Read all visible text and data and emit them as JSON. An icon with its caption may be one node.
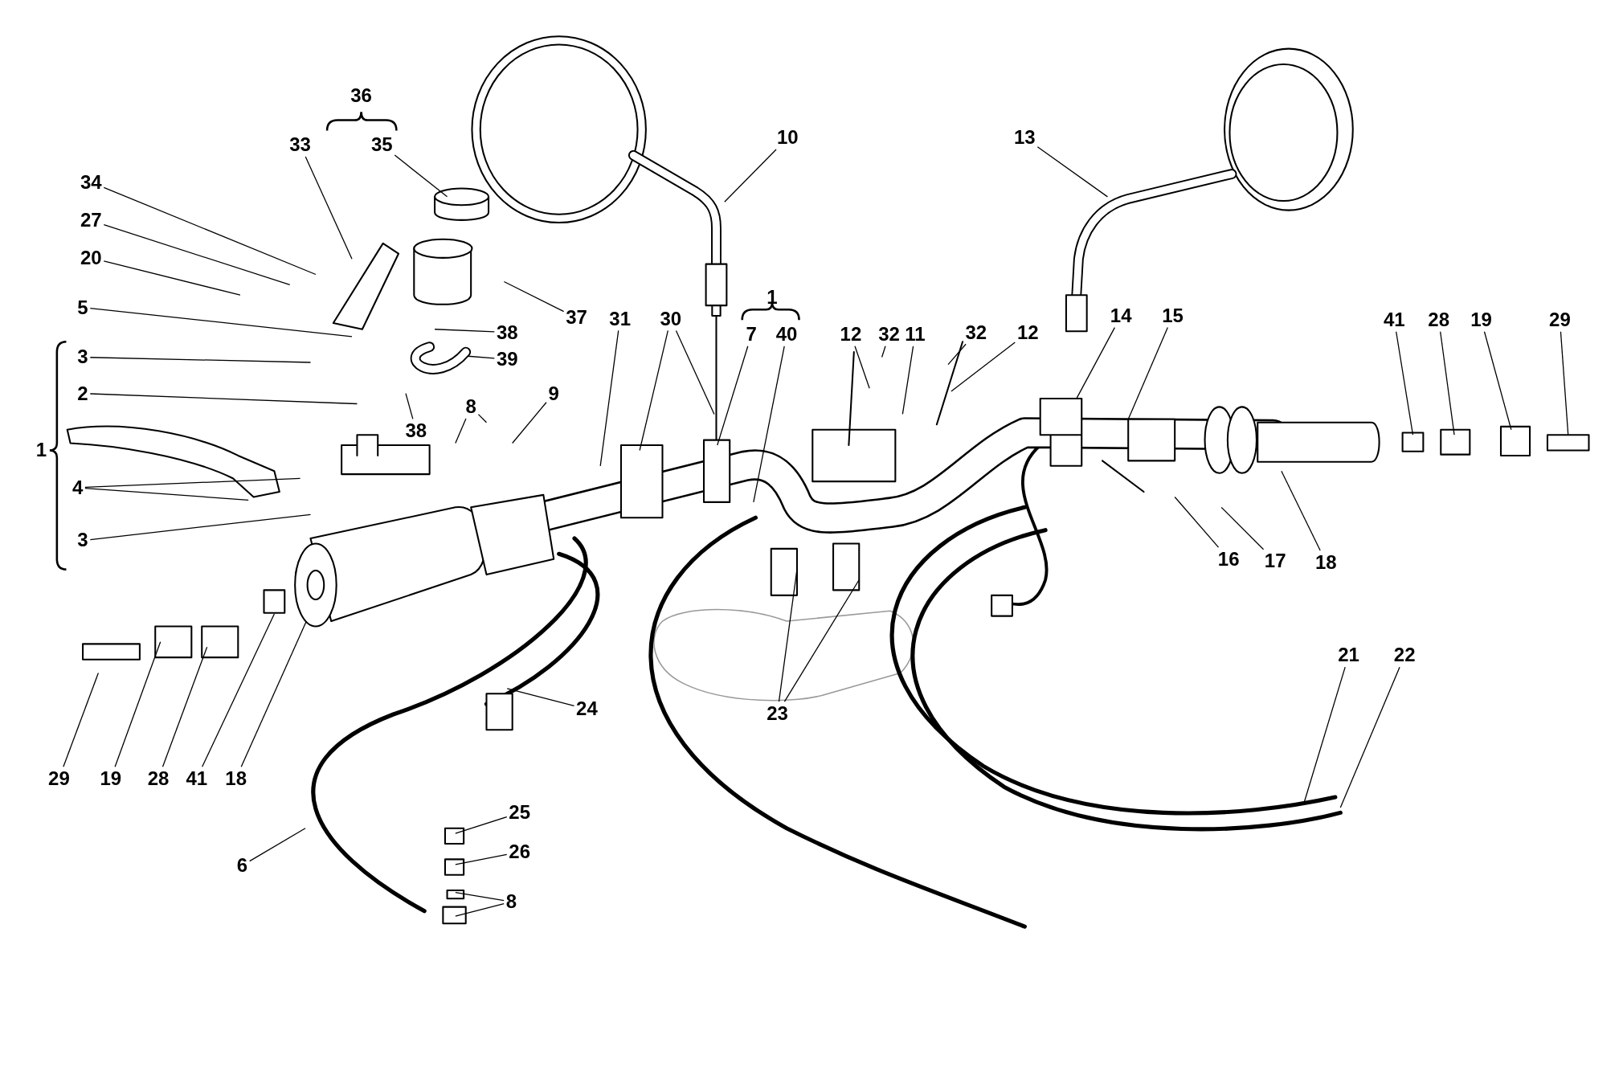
{
  "diagram": {
    "nodes": [
      {
        "text": [
          "36"
        ]
      },
      {
        "text": [
          "10"
        ]
      },
      {
        "text": [
          "13"
        ]
      },
      {
        "text": [
          "33"
        ]
      },
      {
        "text": [
          "35"
        ]
      },
      {
        "text": [
          "34"
        ]
      },
      {
        "text": [
          "27"
        ]
      },
      {
        "text": [
          "20"
        ]
      },
      {
        "text": [
          "37"
        ]
      },
      {
        "text": [
          "31"
        ]
      },
      {
        "text": [
          "30"
        ]
      },
      {
        "text": [
          "1"
        ]
      },
      {
        "text": [
          "7"
        ]
      },
      {
        "text": [
          "40"
        ]
      },
      {
        "text": [
          "12"
        ]
      },
      {
        "text": [
          "32"
        ]
      },
      {
        "text": [
          "11"
        ]
      },
      {
        "text": [
          "32"
        ]
      },
      {
        "text": [
          "12"
        ]
      },
      {
        "text": [
          "14"
        ]
      },
      {
        "text": [
          "15"
        ]
      },
      {
        "text": [
          "41"
        ]
      },
      {
        "text": [
          "28"
        ]
      },
      {
        "text": [
          "19"
        ]
      },
      {
        "text": [
          "29"
        ]
      },
      {
        "text": [
          "5"
        ]
      },
      {
        "text": [
          "38"
        ]
      },
      {
        "text": [
          "39"
        ]
      },
      {
        "text": [
          "3"
        ]
      },
      {
        "text": [
          "2"
        ]
      },
      {
        "text": [
          "38"
        ]
      },
      {
        "text": [
          "8"
        ]
      },
      {
        "text": [
          "9"
        ]
      },
      {
        "text": [
          "1"
        ]
      },
      {
        "text": [
          "4"
        ]
      },
      {
        "text": [
          "3"
        ]
      },
      {
        "text": [
          "16"
        ]
      },
      {
        "text": [
          "17"
        ]
      },
      {
        "text": [
          "18"
        ]
      },
      {
        "text": [
          "21"
        ]
      },
      {
        "text": [
          "22"
        ]
      },
      {
        "text": [
          "24"
        ]
      },
      {
        "text": [
          "23"
        ]
      },
      {
        "text": [
          "29"
        ]
      },
      {
        "text": [
          "19"
        ]
      },
      {
        "text": [
          "28"
        ]
      },
      {
        "text": [
          "41"
        ]
      },
      {
        "text": [
          "18"
        ]
      },
      {
        "text": [
          "25"
        ]
      },
      {
        "text": [
          "26"
        ]
      },
      {
        "text": [
          "6"
        ]
      },
      {
        "text": [
          "8"
        ]
      }
    ],
    "edges": [
      {
        "from": 1,
        "to": null,
        "arrow": "none"
      },
      {
        "from": 2,
        "to": null,
        "arrow": "none"
      },
      {
        "from": 3,
        "to": null,
        "arrow": "none"
      },
      {
        "from": 4,
        "to": null,
        "arrow": "none"
      },
      {
        "from": 5,
        "to": null,
        "arrow": "none"
      },
      {
        "from": 6,
        "to": null,
        "arrow": "none"
      },
      {
        "from": 7,
        "to": null,
        "arrow": "none"
      },
      {
        "from": 8,
        "to": null,
        "arrow": "none"
      },
      {
        "from": 9,
        "to": null,
        "arrow": "none"
      },
      {
        "from": 10,
        "to": null,
        "arrow": "none"
      },
      {
        "from": 10,
        "to": null,
        "arrow": "none"
      },
      {
        "from": 12,
        "to": null,
        "arrow": "none"
      },
      {
        "from": 13,
        "to": null,
        "arrow": "none"
      },
      {
        "from": 14,
        "to": null,
        "arrow": "none"
      },
      {
        "from": 15,
        "to": null,
        "arrow": "none"
      },
      {
        "from": 16,
        "to": null,
        "arrow": "none"
      },
      {
        "from": 17,
        "to": null,
        "arrow": "none"
      },
      {
        "from": 18,
        "to": null,
        "arrow": "none"
      },
      {
        "from": 19,
        "to": null,
        "arrow": "none"
      },
      {
        "from": 20,
        "to": null,
        "arrow": "none"
      },
      {
        "from": 21,
        "to": null,
        "arrow": "none"
      },
      {
        "from": 22,
        "to": null,
        "arrow": "none"
      },
      {
        "from": 23,
        "to": null,
        "arrow": "none"
      },
      {
        "from": 24,
        "to": null,
        "arrow": "none"
      },
      {
        "from": 25,
        "to": null,
        "arrow": "none"
      },
      {
        "from": 26,
        "to": null,
        "arrow": "none"
      },
      {
        "from": 27,
        "to": null,
        "arrow": "none"
      },
      {
        "from": 28,
        "to": null,
        "arrow": "none"
      },
      {
        "from": 29,
        "to": null,
        "arrow": "none"
      },
      {
        "from": 30,
        "to": null,
        "arrow": "none"
      },
      {
        "from": 31,
        "to": null,
        "arrow": "none"
      },
      {
        "from": 31,
        "to": null,
        "arrow": "none"
      },
      {
        "from": 32,
        "to": null,
        "arrow": "none"
      },
      {
        "from": 34,
        "to": null,
        "arrow": "none"
      },
      {
        "from": 34,
        "to": null,
        "arrow": "none"
      },
      {
        "from": 35,
        "to": null,
        "arrow": "none"
      },
      {
        "from": 36,
        "to": null,
        "arrow": "none"
      },
      {
        "from": 37,
        "to": null,
        "arrow": "none"
      },
      {
        "from": 38,
        "to": null,
        "arrow": "none"
      },
      {
        "from": 39,
        "to": null,
        "arrow": "none"
      },
      {
        "from": 40,
        "to": null,
        "arrow": "none"
      },
      {
        "from": 41,
        "to": null,
        "arrow": "none"
      },
      {
        "from": 42,
        "to": null,
        "arrow": "none"
      },
      {
        "from": 42,
        "to": null,
        "arrow": "none"
      },
      {
        "from": 43,
        "to": null,
        "arrow": "none"
      },
      {
        "from": 44,
        "to": null,
        "arrow": "none"
      },
      {
        "from": 45,
        "to": null,
        "arrow": "none"
      },
      {
        "from": 46,
        "to": null,
        "arrow": "none"
      },
      {
        "from": 47,
        "to": null,
        "arrow": "none"
      },
      {
        "from": 48,
        "to": null,
        "arrow": "none"
      },
      {
        "from": 49,
        "to": null,
        "arrow": "none"
      },
      {
        "from": 50,
        "to": null,
        "arrow": "none"
      },
      {
        "from": 51,
        "to": null,
        "arrow": "none"
      },
      {
        "from": 51,
        "to": null,
        "arrow": "none"
      }
    ]
  }
}
